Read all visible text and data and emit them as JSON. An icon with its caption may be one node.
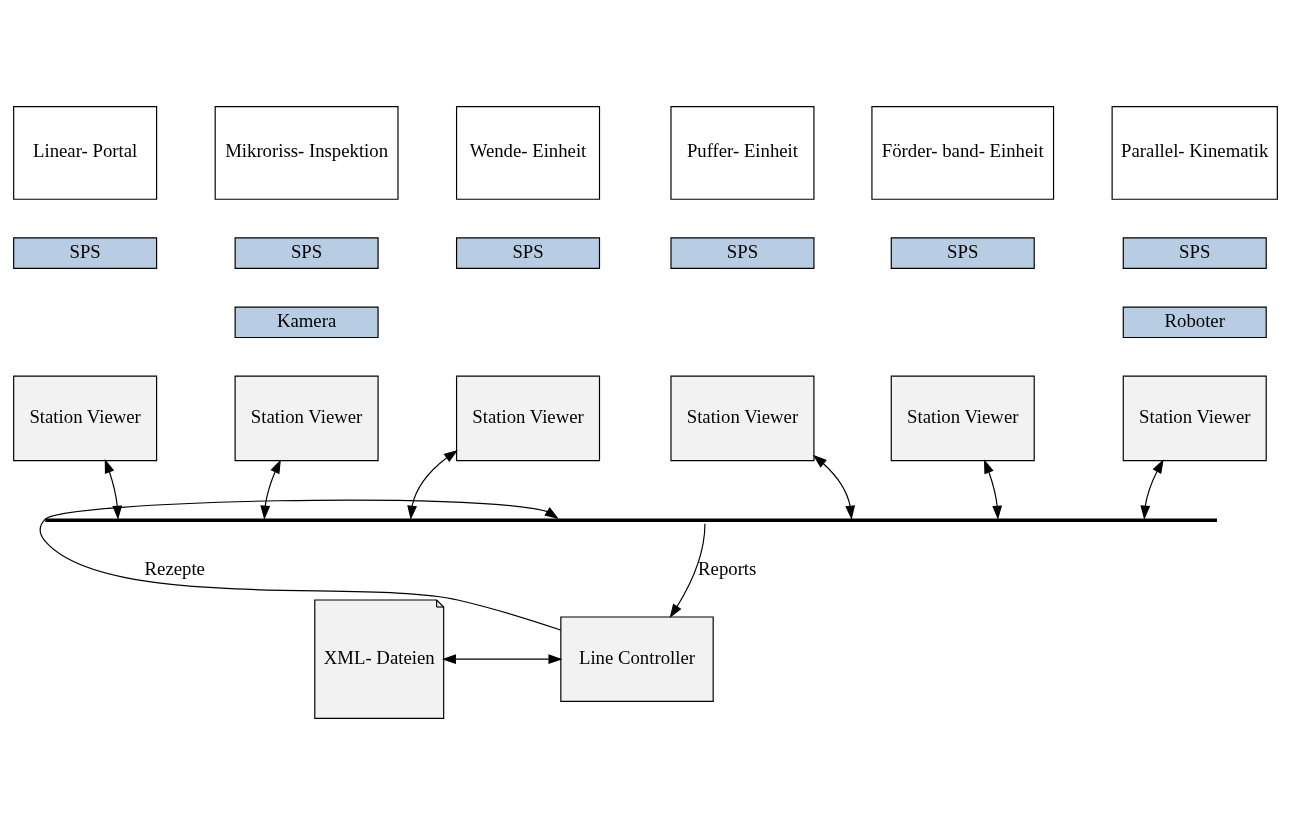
{
  "diagram": {
    "nodes": [
      {
        "text": [
          "Linear- Portal"
        ]
      },
      {
        "text": [
          "Mikroriss- Inspektion"
        ]
      },
      {
        "text": [
          "Wende- Einheit"
        ]
      },
      {
        "text": [
          "Puffer- Einheit"
        ]
      },
      {
        "text": [
          "Förder- band- Einheit"
        ]
      },
      {
        "text": [
          "Parallel- Kinematik"
        ]
      },
      {
        "text": [
          "SPS"
        ]
      },
      {
        "text": [
          "SPS"
        ]
      },
      {
        "text": [
          "SPS"
        ]
      },
      {
        "text": [
          "SPS"
        ]
      },
      {
        "text": [
          "SPS"
        ]
      },
      {
        "text": [
          "SPS"
        ]
      },
      {
        "text": [
          "Kamera"
        ]
      },
      {
        "text": [
          "Roboter"
        ]
      },
      {
        "text": [
          "Station Viewer"
        ]
      },
      {
        "text": [
          "Station Viewer"
        ]
      },
      {
        "text": [
          "Station Viewer"
        ]
      },
      {
        "text": [
          "Station Viewer"
        ]
      },
      {
        "text": [
          "Station Viewer"
        ]
      },
      {
        "text": [
          "Station Viewer"
        ]
      },
      {
        "text": [],
        "shape": "bar"
      },
      {
        "text": [
          "XML- Dateien"
        ]
      },
      {
        "text": [
          "Line Controller"
        ]
      }
    ],
    "edges": [
      {
        "from": 14,
        "to": 20,
        "arrow": "both"
      },
      {
        "from": 15,
        "to": 20,
        "arrow": "both"
      },
      {
        "from": 16,
        "to": 20,
        "arrow": "both"
      },
      {
        "from": 17,
        "to": 20,
        "arrow": "both"
      },
      {
        "from": 18,
        "to": 20,
        "arrow": "both"
      },
      {
        "from": 19,
        "to": 20,
        "arrow": "both"
      },
      {
        "from": 22,
        "to": 20,
        "arrow": "to",
        "label": "Rezepte"
      },
      {
        "from": 20,
        "to": 22,
        "arrow": "to",
        "label": "Reports"
      },
      {
        "from": 21,
        "to": 22,
        "arrow": "both"
      }
    ]
  }
}
